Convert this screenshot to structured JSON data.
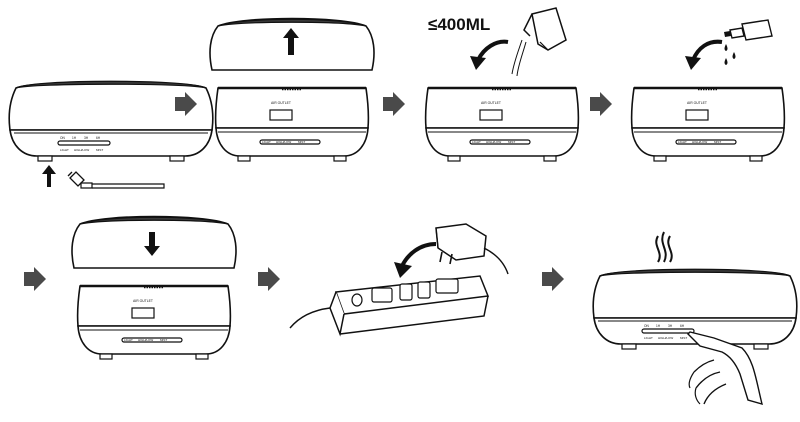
{
  "diagram": {
    "steps": [
      {
        "id": 1,
        "action": "device with power cable being plugged in at the base"
      },
      {
        "id": 2,
        "action": "remove the top cover"
      },
      {
        "id": 3,
        "action": "pour water into the tank"
      },
      {
        "id": 4,
        "action": "add essential oil drops"
      },
      {
        "id": 5,
        "action": "put the top cover back"
      },
      {
        "id": 6,
        "action": "plug adapter into power strip"
      },
      {
        "id": 7,
        "action": "press button to start misting"
      }
    ],
    "water_limit": "≤400ML",
    "air_outlet_label": "AIR OUTLET",
    "timer_labels": [
      "ON",
      "1H",
      "3H",
      "6H"
    ],
    "button_labels": [
      "LIGHT",
      "HIGH/LOW",
      "MIST"
    ],
    "colors": {
      "arrow": "#4a4a4a",
      "dome": "#3a3a3a",
      "line": "#111111"
    },
    "icons": [
      "right-arrow-icon",
      "up-arrow-icon",
      "down-arrow-icon",
      "curved-arrow-icon",
      "steam-icon",
      "hand-icon",
      "water-jug-icon",
      "oil-bottle-icon",
      "power-plug-icon",
      "power-strip-icon"
    ]
  }
}
